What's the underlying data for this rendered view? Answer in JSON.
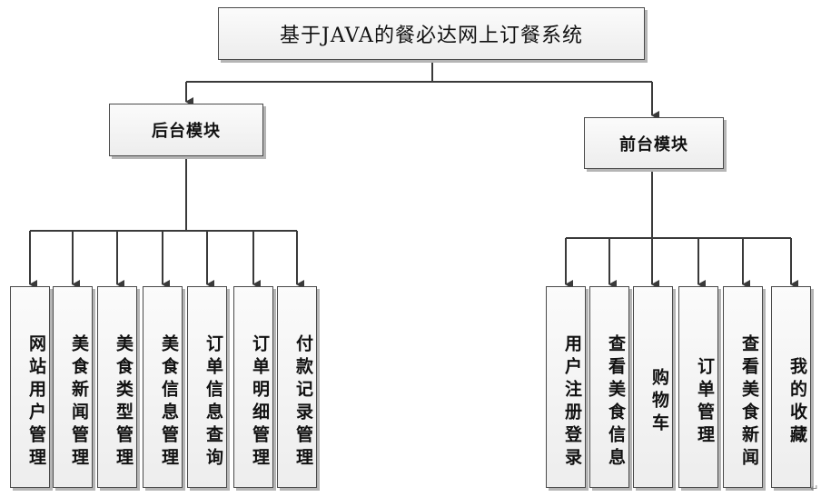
{
  "title": "基于JAVA的餐必达网上订餐系统",
  "backend": {
    "label": "后台模块",
    "items": [
      "网站用户管理",
      "美食新闻管理",
      "美食类型管理",
      "美食信息管理",
      "订单信息查询",
      "订单明细管理",
      "付款记录管理"
    ]
  },
  "frontend": {
    "label": "前台模块",
    "items": [
      "用户注册登录",
      "查看美食信息",
      "购物车",
      "订单管理",
      "查看美食新闻",
      "我的收藏"
    ]
  },
  "colors": {
    "line": "#3a3a3a",
    "box_border": "#4a4a4a",
    "shadow": "#b5b5b5"
  },
  "trailing_mark": "↵"
}
